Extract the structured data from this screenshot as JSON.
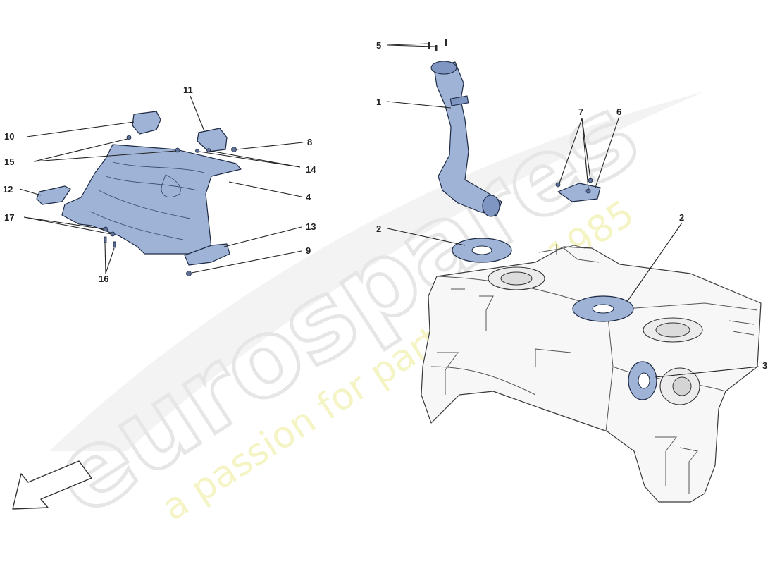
{
  "watermark": {
    "brand": "eurospares",
    "tagline": "a passion for parts since 1985"
  },
  "callouts": {
    "c1": "1",
    "c2a": "2",
    "c2b": "2",
    "c3": "3",
    "c4": "4",
    "c5": "5",
    "c6": "6",
    "c7": "7",
    "c8": "8",
    "c9": "9",
    "c10": "10",
    "c11": "11",
    "c12": "12",
    "c13": "13",
    "c14": "14",
    "c15": "15",
    "c16": "16",
    "c17": "17"
  },
  "colors": {
    "part_fill": "#9fb3d6",
    "part_outline": "#1d2a44",
    "tank_fill": "#f7f7f7",
    "watermark_grey": "#e9e9e9",
    "watermark_yellow": "#f3f3b8"
  }
}
